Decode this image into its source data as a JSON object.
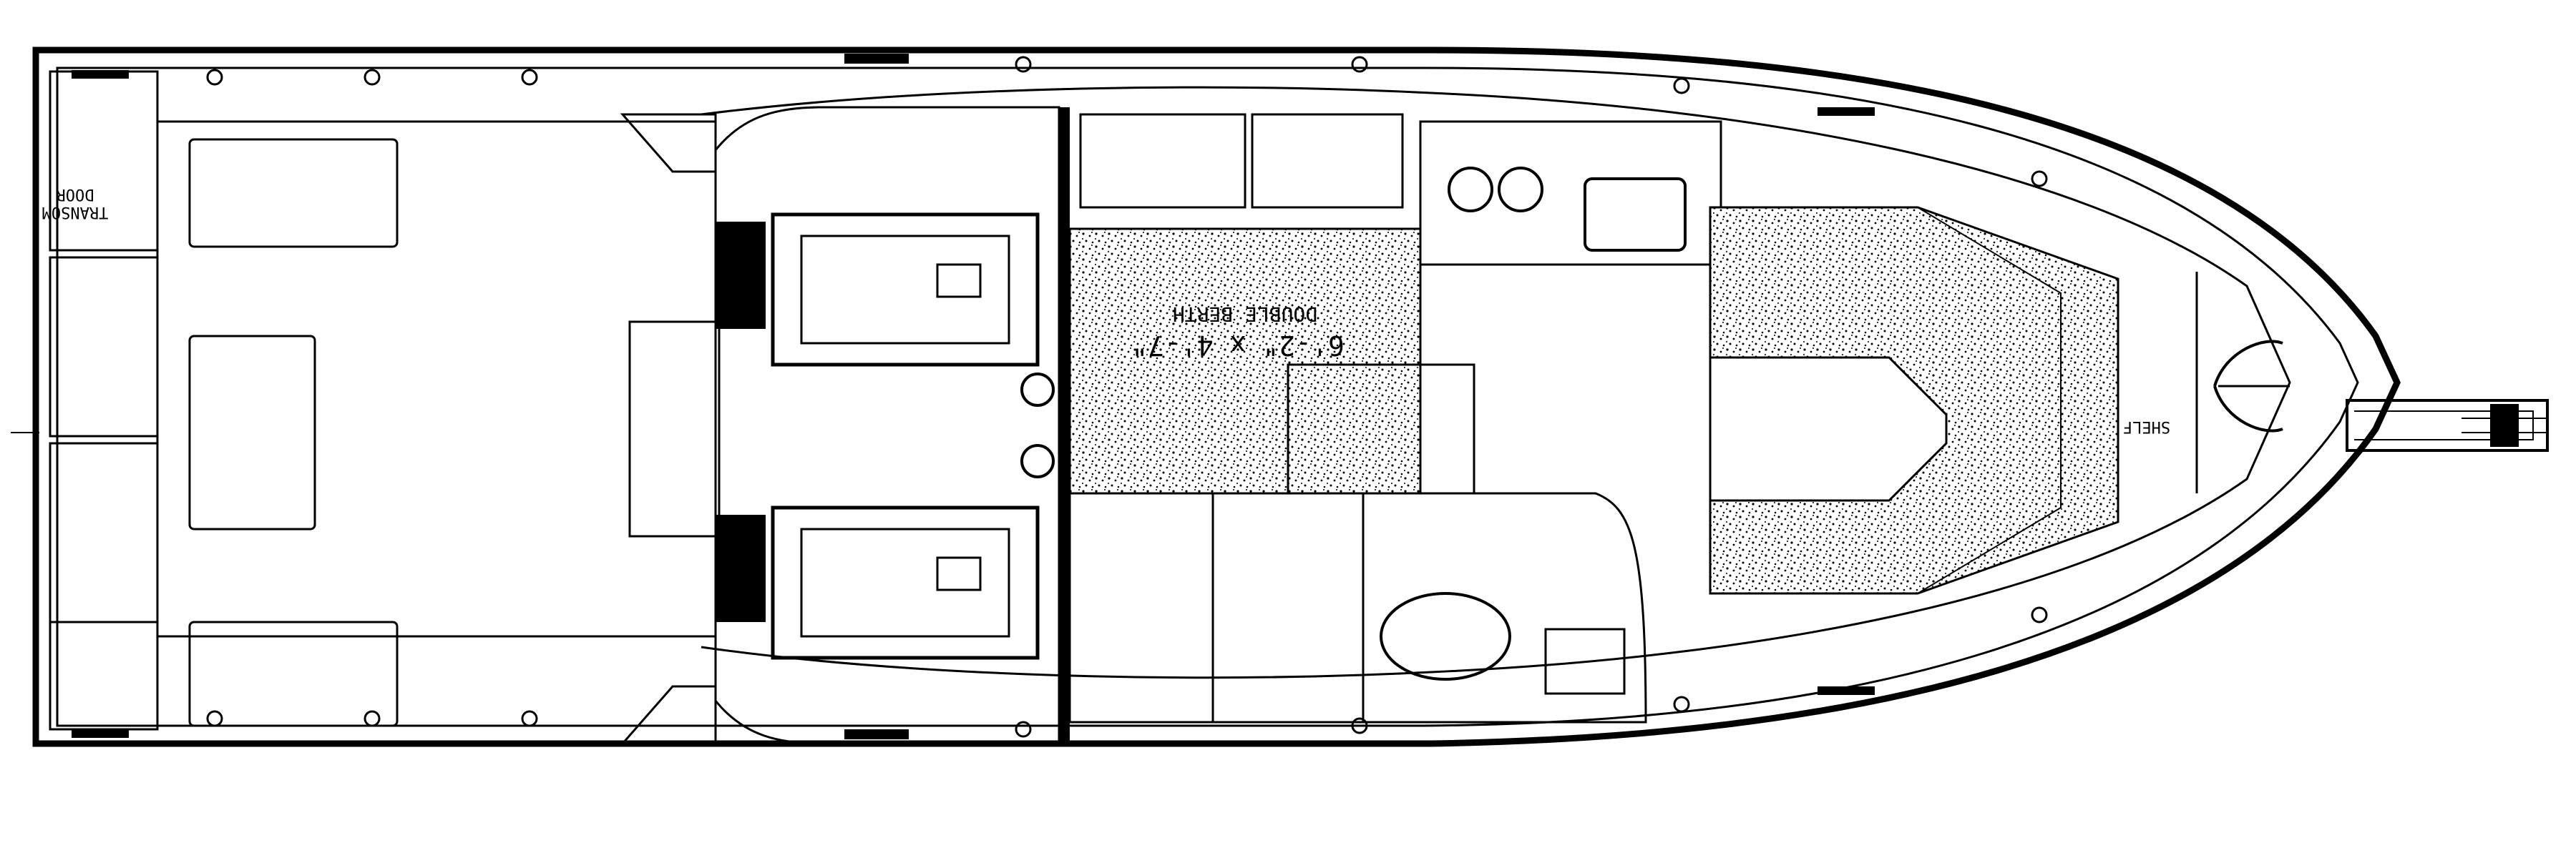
{
  "labels": {
    "transom_door": [
      "TRANSOM",
      "DOOR"
    ],
    "berth_name": "DOUBLE BERTH",
    "berth_dimensions": "6'-2\" x 4'-7\"",
    "shelf": "SHELF"
  },
  "colors": {
    "ink": "#000000",
    "paper": "#ffffff"
  }
}
